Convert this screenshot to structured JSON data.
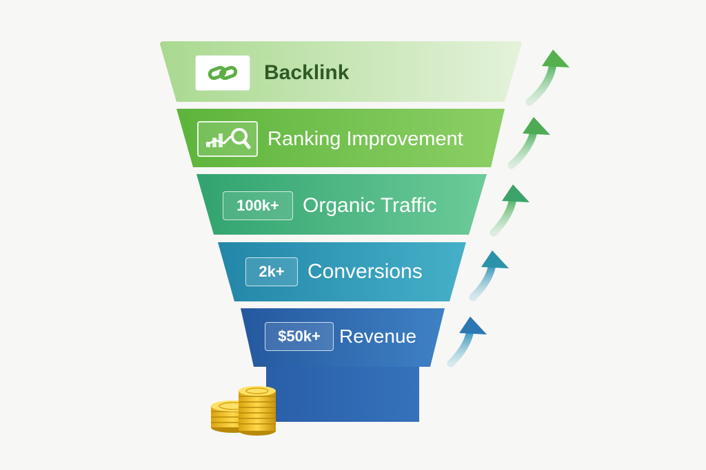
{
  "funnel": {
    "stages": [
      {
        "label": "Backlink",
        "icon": "link-icon",
        "color_top": "#a8d890",
        "color_bottom": "#dff0d3",
        "text_color": "#2f5a26"
      },
      {
        "label": "Ranking Improvement",
        "icon": "search-analytics-icon",
        "color_top": "#6cbf4a",
        "color_bottom": "#86cc62",
        "text_color": "#ffffff"
      },
      {
        "label": "Organic Traffic",
        "badge": "100k+",
        "color_top": "#3aae7a",
        "color_bottom": "#63c695",
        "text_color": "#ffffff"
      },
      {
        "label": "Conversions",
        "badge": "2k+",
        "color_top": "#2a8fb0",
        "color_bottom": "#3ba8c4",
        "text_color": "#ffffff"
      },
      {
        "label": "Revenue",
        "badge": "$50k+",
        "color_top": "#2b63a8",
        "color_bottom": "#3c7bc0",
        "text_color": "#ffffff"
      }
    ],
    "arrow_icon": "upward-arrow-icon",
    "coins_icon": "coin-stack-icon",
    "base_color": "#2d62ad"
  }
}
